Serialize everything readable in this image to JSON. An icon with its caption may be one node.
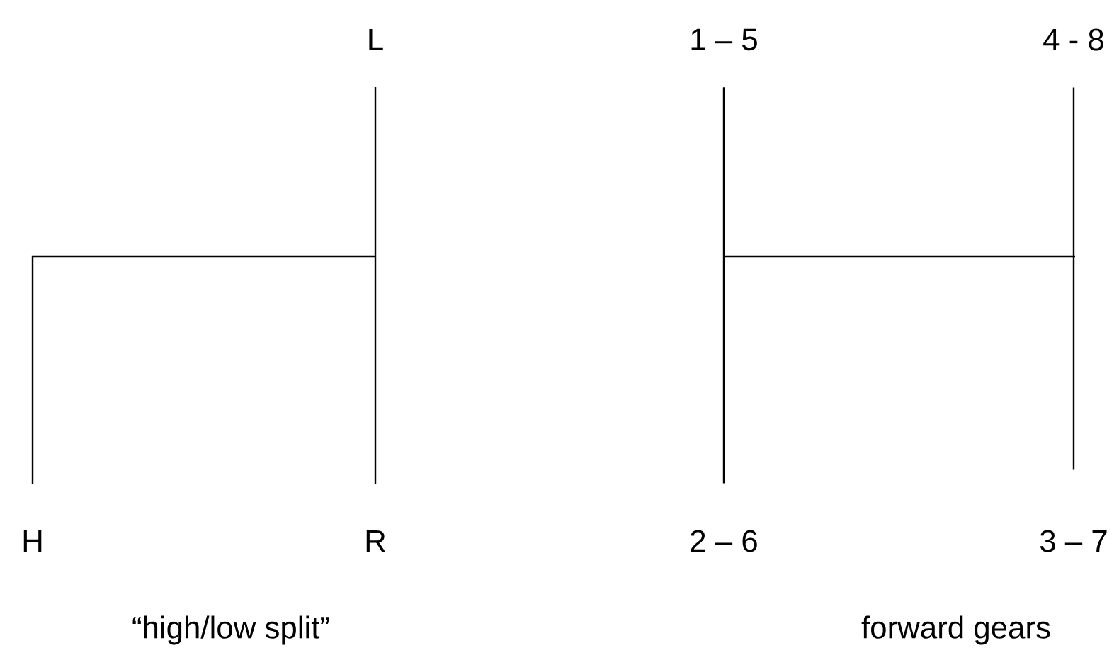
{
  "diagram": {
    "nodes": [
      {
        "text": [
          "L"
        ]
      },
      {
        "text": [
          "H"
        ]
      },
      {
        "text": [
          "R"
        ]
      },
      {
        "text": [
          "1 – 5"
        ]
      },
      {
        "text": [
          "4 - 8"
        ]
      },
      {
        "text": [
          "2 – 6"
        ]
      },
      {
        "text": [
          "3 – 7"
        ]
      }
    ],
    "edges": [
      {
        "from": 0,
        "to": 2,
        "arrow": "none"
      },
      {
        "from": 1,
        "to": null,
        "arrow": "none"
      },
      {
        "from": 3,
        "to": 5,
        "arrow": "none"
      },
      {
        "from": 4,
        "to": 6,
        "arrow": "none"
      }
    ],
    "labels": [
      "“high/low split”",
      "forward gears"
    ]
  }
}
